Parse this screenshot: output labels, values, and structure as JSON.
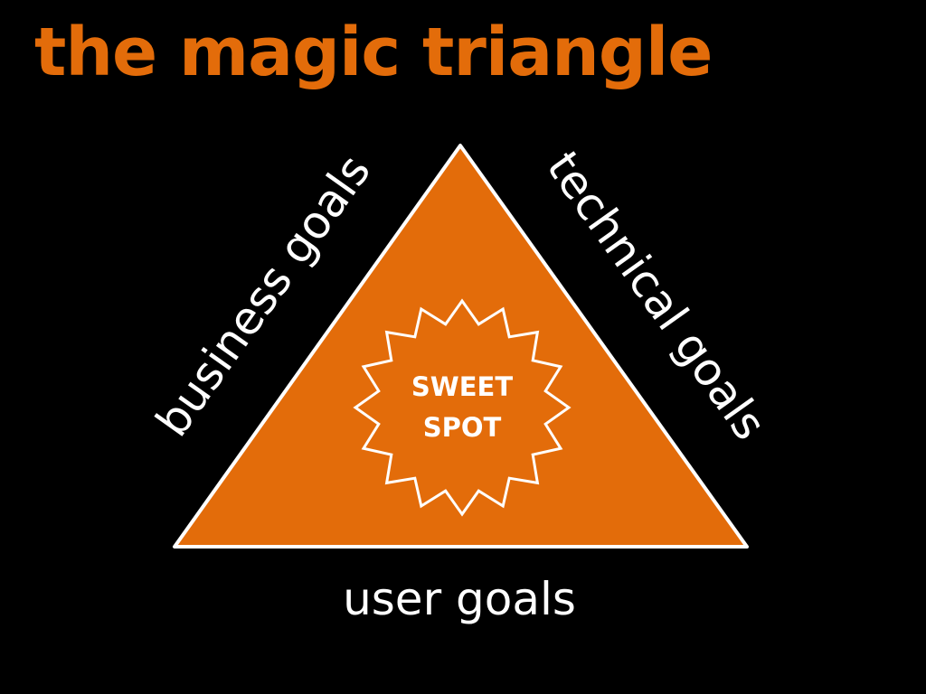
{
  "slide": {
    "title": "the magic triangle",
    "sides": {
      "left": "business goals",
      "right": "technical goals",
      "bottom": "user goals"
    },
    "center": {
      "line1": "SWEET",
      "line2": "SPOT"
    }
  },
  "colors": {
    "background": "#000000",
    "accent": "#E36C0A",
    "text": "#FFFFFF",
    "outline": "#FFFFFF"
  }
}
